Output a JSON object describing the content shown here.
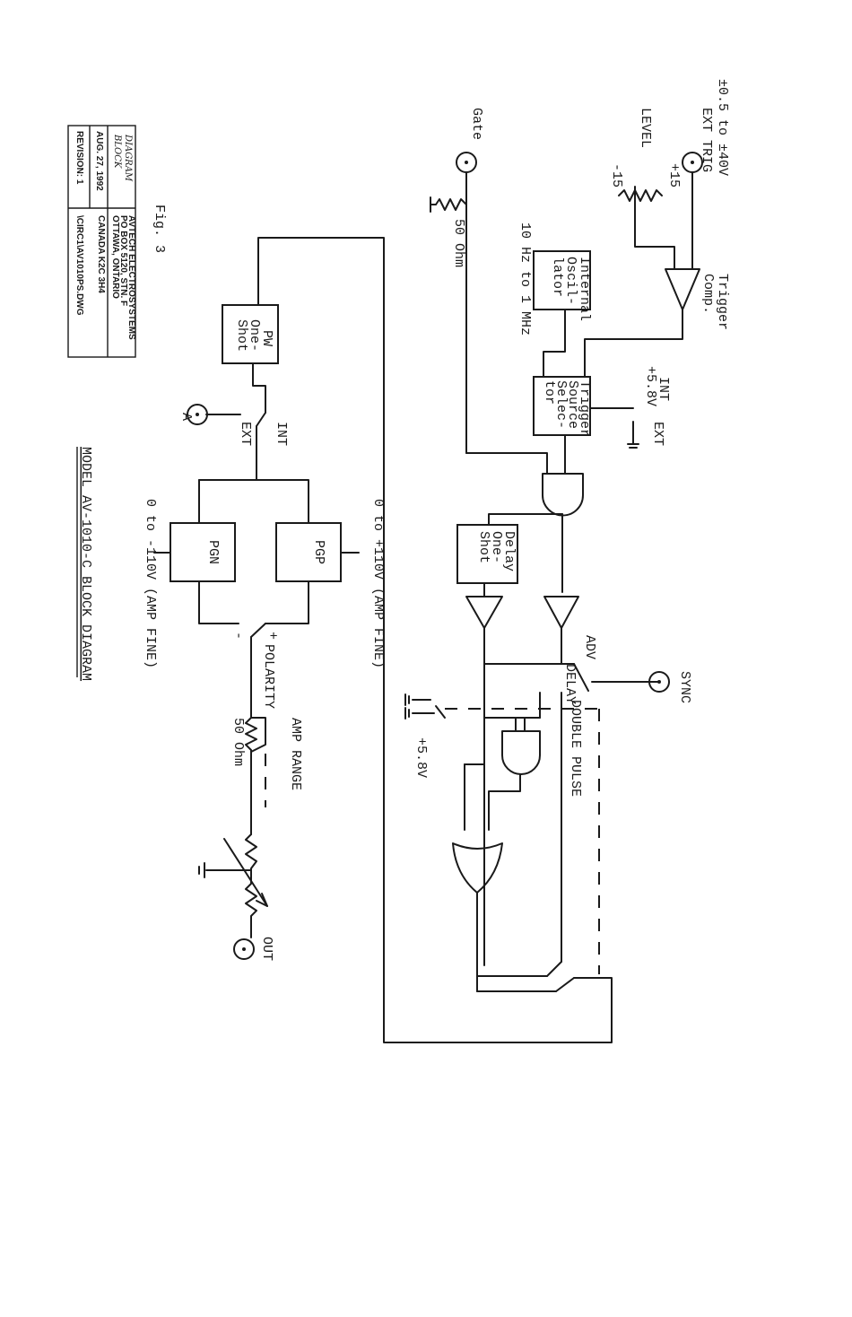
{
  "diagram": {
    "title": "MODEL AV-1010-C BLOCK DIAGRAM",
    "fig": "Fig. 3",
    "labels": {
      "ext_trig_range": "±0.5 to ±40V",
      "ext_trig": "EXT TRIG",
      "level": "LEVEL",
      "plus15": "+15",
      "minus15": "-15",
      "trigger_comp": [
        "Trigger",
        "Comp."
      ],
      "gate": "Gate",
      "ohm50_gate": "50 Ohm",
      "osc_range": "10 Hz to 1 MHz",
      "internal_osc": [
        "Internal",
        "Oscil-",
        "lator"
      ],
      "int_trig": "INT",
      "plus58v_trig": "+5.8V",
      "ext_sel": "EXT",
      "trigger_selector": [
        "Trigger",
        "Source",
        "Selec-",
        "tor"
      ],
      "delay_oneshot": [
        "Delay",
        "One-",
        "Shot"
      ],
      "adv": "ADV",
      "delay": "DELAY",
      "sync": "SYNC",
      "double_pulse": "DOUBLE PULSE",
      "plus58v_dp": "+5.8V",
      "pos_amp": "0 to +110V (AMP FINE)",
      "neg_amp": "0 to -110V (AMP FINE)",
      "pgp": "PGP",
      "pgn": "PGN",
      "pw_oneshot": [
        "PW",
        "One-",
        "Shot"
      ],
      "int_pw": "INT",
      "ext_pw": "EXT",
      "a": "A",
      "plus": "+",
      "minus": "-",
      "polarity": "POLARITY",
      "amp_range": "AMP RANGE",
      "ohm50_out": "50 Ohm",
      "out": "OUT"
    }
  },
  "title_block": {
    "handwritten": [
      "BLOCK",
      "DIAGRAM"
    ],
    "date": "AUG. 27, 1992",
    "revision": "REVISION: 1",
    "company": [
      "AVTECH ELECTROSYSTEMS",
      "PO BOX 5120, STN. F",
      "OTTAWA, ONTARIO",
      "CANADA  K2C 3H4"
    ],
    "file": "\\CIRC1\\AV1010PS.DWG"
  }
}
